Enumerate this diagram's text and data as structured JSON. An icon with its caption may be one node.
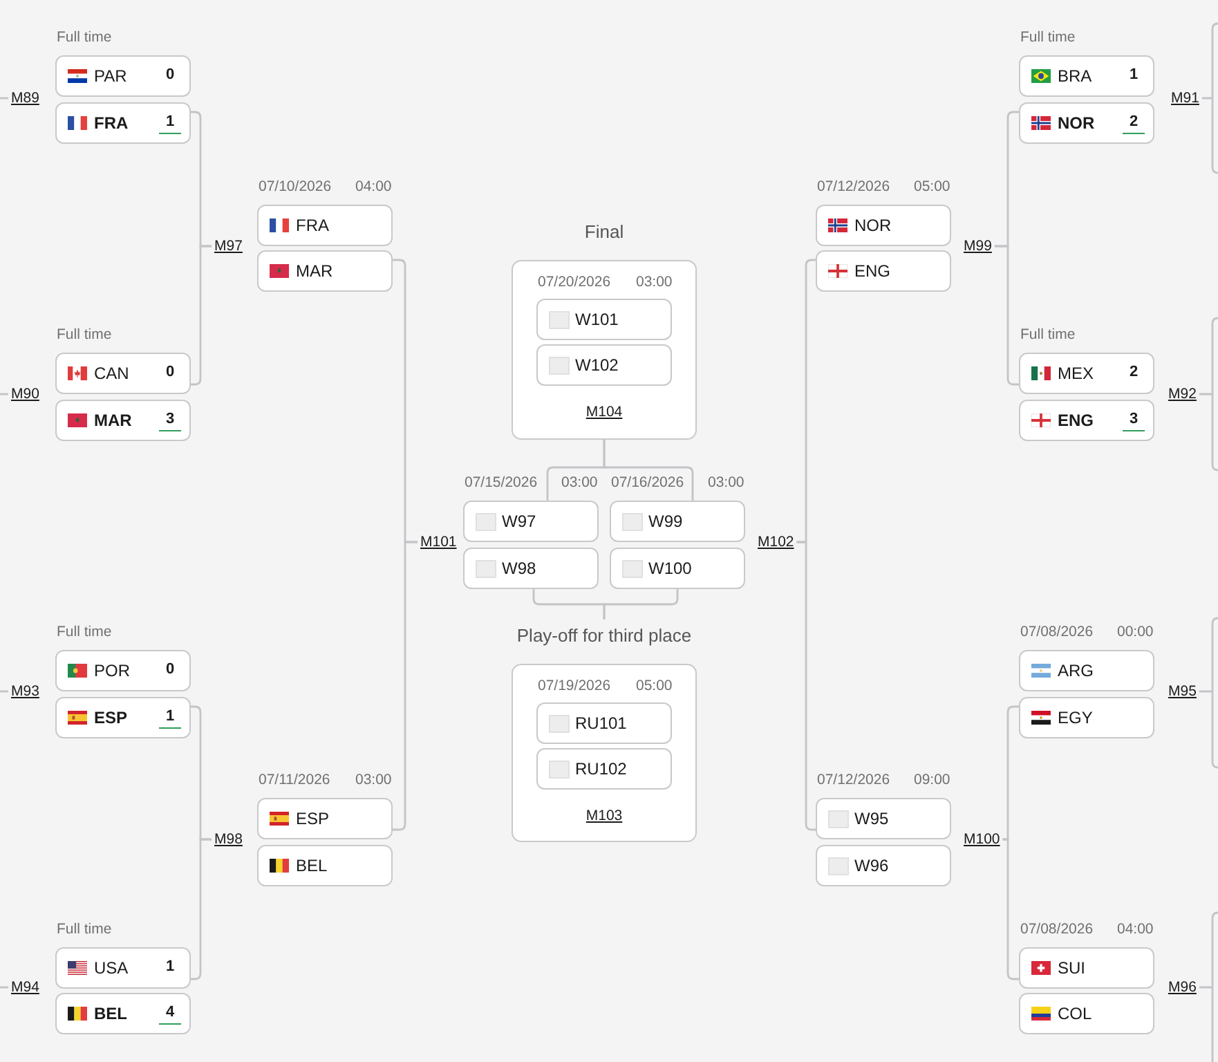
{
  "diagram": {
    "nodes": [
      {
        "text": [
          "M89"
        ]
      },
      {
        "text": [
          "PAR",
          "0"
        ],
        "beside": [
          "Full time"
        ]
      },
      {
        "text": [
          "FRA",
          "1"
        ]
      },
      {
        "text": [
          "M90"
        ]
      },
      {
        "text": [
          "CAN",
          "0"
        ],
        "beside": [
          "Full time"
        ]
      },
      {
        "text": [
          "MAR",
          "3"
        ]
      },
      {
        "text": [
          "M93"
        ]
      },
      {
        "text": [
          "POR",
          "0"
        ],
        "beside": [
          "Full time"
        ]
      },
      {
        "text": [
          "ESP",
          "1"
        ]
      },
      {
        "text": [
          "M94"
        ]
      },
      {
        "text": [
          "USA",
          "1"
        ],
        "beside": [
          "Full time"
        ]
      },
      {
        "text": [
          "BEL",
          "4"
        ]
      },
      {
        "text": [
          "M97"
        ]
      },
      {
        "text": [
          "FRA"
        ],
        "beside": [
          "07/10/2026",
          "04:00"
        ]
      },
      {
        "text": [
          "MAR"
        ]
      },
      {
        "text": [
          "M98"
        ]
      },
      {
        "text": [
          "ESP"
        ],
        "beside": [
          "07/11/2026",
          "03:00"
        ]
      },
      {
        "text": [
          "BEL"
        ]
      },
      {
        "text": [
          "M101"
        ]
      },
      {
        "text": [
          "W97"
        ],
        "beside": [
          "07/15/2026",
          "03:00"
        ]
      },
      {
        "text": [
          "W98"
        ]
      },
      {
        "text": [
          "Final",
          "07/20/2026",
          "03:00",
          "M104"
        ]
      },
      {
        "text": [
          "W101"
        ],
        "in": 21
      },
      {
        "text": [
          "W102"
        ],
        "in": 21
      },
      {
        "text": [
          "Play-off for third place",
          "07/19/2026",
          "05:00",
          "M103"
        ]
      },
      {
        "text": [
          "RU101"
        ],
        "in": 24
      },
      {
        "text": [
          "RU102"
        ],
        "in": 24
      },
      {
        "text": [
          "W99"
        ],
        "beside": [
          "07/16/2026",
          "03:00"
        ]
      },
      {
        "text": [
          "W100"
        ]
      },
      {
        "text": [
          "M102"
        ]
      },
      {
        "text": [
          "NOR"
        ],
        "beside": [
          "07/12/2026",
          "05:00"
        ]
      },
      {
        "text": [
          "ENG"
        ]
      },
      {
        "text": [
          "M99"
        ]
      },
      {
        "text": [
          "W95"
        ],
        "beside": [
          "07/12/2026",
          "09:00"
        ]
      },
      {
        "text": [
          "W96"
        ]
      },
      {
        "text": [
          "M100"
        ]
      },
      {
        "text": [
          "BRA",
          "1"
        ],
        "beside": [
          "Full time"
        ]
      },
      {
        "text": [
          "NOR",
          "2"
        ]
      },
      {
        "text": [
          "M91"
        ]
      },
      {
        "text": [
          "MEX",
          "2"
        ],
        "beside": [
          "Full time"
        ]
      },
      {
        "text": [
          "ENG",
          "3"
        ]
      },
      {
        "text": [
          "M92"
        ]
      },
      {
        "text": [
          "ARG"
        ],
        "beside": [
          "07/08/2026",
          "00:00"
        ]
      },
      {
        "text": [
          "EGY"
        ]
      },
      {
        "text": [
          "M95"
        ]
      },
      {
        "text": [
          "SUI"
        ],
        "beside": [
          "07/08/2026",
          "04:00"
        ]
      },
      {
        "text": [
          "COL"
        ]
      },
      {
        "text": [
          "M96"
        ]
      }
    ],
    "edges": [
      {
        "from": null,
        "to": 0,
        "arrow": "none"
      },
      {
        "from": null,
        "to": 3,
        "arrow": "none"
      },
      {
        "from": null,
        "to": 6,
        "arrow": "none"
      },
      {
        "from": null,
        "to": 9,
        "arrow": "none"
      },
      {
        "from": 2,
        "to": 12,
        "arrow": "none"
      },
      {
        "from": 4,
        "to": 12,
        "arrow": "none"
      },
      {
        "from": 8,
        "to": 15,
        "arrow": "none"
      },
      {
        "from": 10,
        "to": 15,
        "arrow": "none"
      },
      {
        "from": 14,
        "to": 18,
        "arrow": "none"
      },
      {
        "from": 16,
        "to": 18,
        "arrow": "none"
      },
      {
        "from": 19,
        "to": 21,
        "arrow": "none"
      },
      {
        "from": 27,
        "to": 21,
        "arrow": "none"
      },
      {
        "from": 20,
        "to": 24,
        "arrow": "none"
      },
      {
        "from": 28,
        "to": 24,
        "arrow": "none"
      },
      {
        "from": 31,
        "to": 29,
        "arrow": "none"
      },
      {
        "from": 33,
        "to": 29,
        "arrow": "none"
      },
      {
        "from": 37,
        "to": 32,
        "arrow": "none"
      },
      {
        "from": 39,
        "to": 32,
        "arrow": "none"
      },
      {
        "from": 43,
        "to": 35,
        "arrow": "none"
      },
      {
        "from": 45,
        "to": 35,
        "arrow": "none"
      },
      {
        "from": null,
        "to": 38,
        "arrow": "none"
      },
      {
        "from": null,
        "to": 41,
        "arrow": "none"
      },
      {
        "from": null,
        "to": 44,
        "arrow": "none"
      },
      {
        "from": null,
        "to": 47,
        "arrow": "none"
      }
    ]
  }
}
